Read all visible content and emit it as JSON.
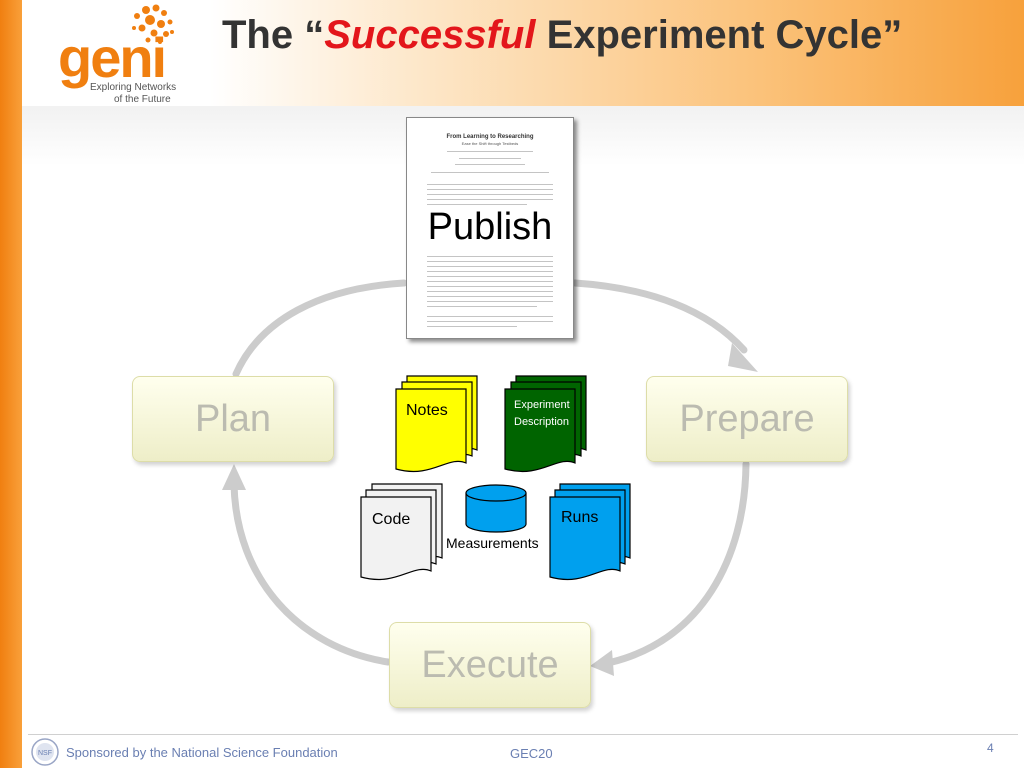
{
  "header": {
    "title_prefix": "The “",
    "title_highlight": "Successful",
    "title_suffix": " Experiment Cycle”"
  },
  "logo": {
    "word": "geni",
    "tagline_line1": "Exploring Networks",
    "tagline_line2": "of the Future"
  },
  "diagram": {
    "publish": "Publish",
    "paper_title": "From Learning to Researching",
    "paper_subtitle": "Ease the Shift through Testbeds",
    "phases": {
      "plan": "Plan",
      "prepare": "Prepare",
      "execute": "Execute"
    },
    "artifacts": {
      "notes": "Notes",
      "experiment_description_line1": "Experiment",
      "experiment_description_line2": "Description",
      "code": "Code",
      "measurements": "Measurements",
      "runs": "Runs"
    }
  },
  "footer": {
    "sponsor": "Sponsored by the National Science Foundation",
    "event": "GEC20",
    "page_number": "4"
  },
  "colors": {
    "accent_orange": "#f07f10",
    "title_highlight": "#e3161b",
    "notes_yellow": "#ffff00",
    "description_green": "#006400",
    "runs_blue": "#00a0ee",
    "footer_text": "#6a7fb2"
  }
}
